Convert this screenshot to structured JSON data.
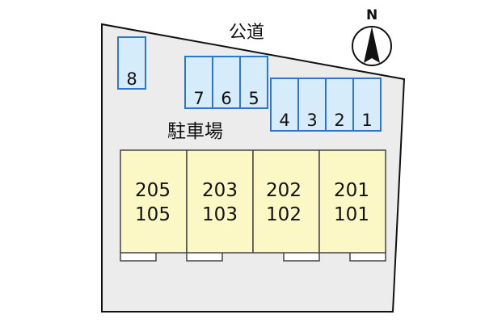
{
  "road_label": "公道",
  "parking_label": "駐車場",
  "compass": {
    "label": "N",
    "icon": "north-arrow-icon"
  },
  "parking_stalls": [
    {
      "label": "8"
    },
    {
      "label": "7"
    },
    {
      "label": "6"
    },
    {
      "label": "5"
    },
    {
      "label": "4"
    },
    {
      "label": "3"
    },
    {
      "label": "2"
    },
    {
      "label": "1"
    }
  ],
  "units": [
    {
      "upper": "205",
      "lower": "105"
    },
    {
      "upper": "203",
      "lower": "103"
    },
    {
      "upper": "202",
      "lower": "102"
    },
    {
      "upper": "201",
      "lower": "101"
    }
  ],
  "colors": {
    "lot": "#ececec",
    "stall": "#d6ecfb",
    "stall_border": "#2d77c6",
    "building": "#fbf8c6",
    "building_border": "#444444",
    "outline": "#111111"
  }
}
